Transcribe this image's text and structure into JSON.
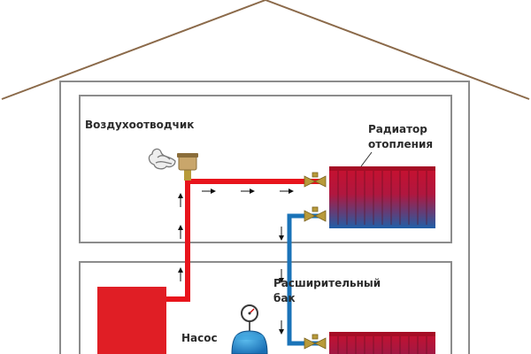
{
  "labels": {
    "air_vent": "Воздухоотводчик",
    "radiator_line1": "Радиатор",
    "radiator_line2": "отопления",
    "tank_line1": "Расширительный",
    "tank_line2": "бак",
    "pump": "Насос"
  },
  "icons": {
    "air_vent": "air-vent-icon",
    "pressure_gauge": "gauge-icon",
    "valve": "valve-icon"
  },
  "colors": {
    "supply_pipe": "#e8141c",
    "return_pipe": "#1a73b8",
    "boiler": "#e01e25",
    "roof": "#8b6a4a",
    "walls": "#8c8c8c",
    "valve": "#b89a3a",
    "radiator_top": "#c8102e",
    "radiator_bottom": "#1f5fa8"
  }
}
